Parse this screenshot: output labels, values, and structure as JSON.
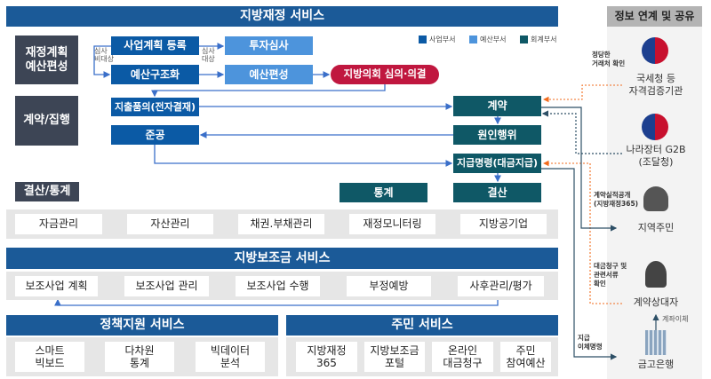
{
  "title": "지방재정 서비스",
  "legend": [
    {
      "label": "사업부서",
      "color": "#0b5aa5"
    },
    {
      "label": "예산부서",
      "color": "#4d94dc"
    },
    {
      "label": "회계부서",
      "color": "#0f5866"
    }
  ],
  "phases": {
    "plan": "재정계획\n예산편성",
    "exec": "계약/집행",
    "close": "결산/통계"
  },
  "flow": {
    "biz_plan": "사업계획 등록",
    "invest": "투자심사",
    "struct": "예산구조화",
    "budget": "예산편성",
    "council": "지방의회 심의·의결",
    "expense": "지출품의(전자결재)",
    "complete": "준공",
    "contract": "계약",
    "cause": "원인행위",
    "payment": "지급명령(대금지급)",
    "settle": "결산",
    "stats": "통계",
    "review_no": "심사\n비대상",
    "review_yes": "심사\n대상"
  },
  "mgmt": [
    "자금관리",
    "자산관리",
    "채권.부채관리",
    "재정모니터링",
    "지방공기업"
  ],
  "subsidy": {
    "title": "지방보조금 서비스",
    "steps": [
      "보조사업 계획",
      "보조사업 관리",
      "보조사업 수행",
      "부정예방",
      "사후관리/평가"
    ]
  },
  "policy": {
    "title": "정책지원 서비스",
    "items": [
      "스마트\n빅보드",
      "다차원\n통계",
      "빅데이터\n분석"
    ]
  },
  "resident": {
    "title": "주민 서비스",
    "items": [
      "지방재정\n365",
      "지방보조금\n포털",
      "온라인\n대금청구",
      "주민\n참여예산"
    ]
  },
  "panel": {
    "title": "정보 연계 및 공유",
    "entities": [
      "국세청 등\n자격검증기관",
      "나라장터 G2B\n(조달청)",
      "지역주민",
      "계약상대자",
      "금고은행"
    ],
    "notes": [
      "정당한\n거래처 확인",
      "계약실적공개\n(지방재정365)",
      "대금청구 및\n관련서류\n확인",
      "지급\n이체명령",
      "계좌이체"
    ]
  }
}
